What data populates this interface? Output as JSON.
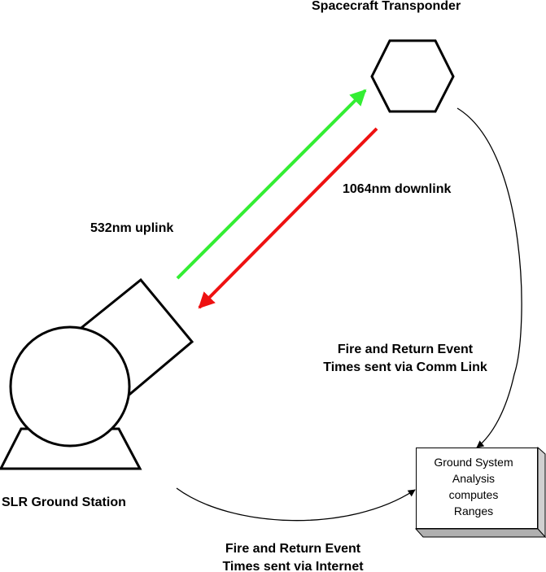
{
  "labels": {
    "transponder": "Spacecraft Transponder",
    "downlink": "1064nm downlink",
    "uplink": "532nm uplink",
    "comm_link_line1": "Fire and Return Event",
    "comm_link_line2": "Times sent via Comm Link",
    "ground_station": "SLR Ground Station",
    "internet_line1": "Fire and Return Event",
    "internet_line2": "Times sent via Internet",
    "analysis_line1": "Ground System",
    "analysis_line2": "Analysis",
    "analysis_line3": "computes",
    "analysis_line4": "Ranges"
  },
  "colors": {
    "uplink": "#33ee33",
    "downlink": "#ee1111",
    "box_shadow": "#b0b0b0",
    "box_side": "#d0d0d0"
  }
}
